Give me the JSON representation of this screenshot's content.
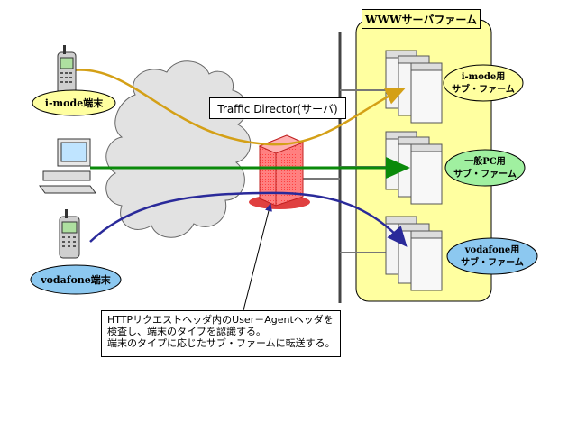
{
  "farm": {
    "title": "WWWサーバファーム"
  },
  "traffic_director": {
    "label": "Traffic Director(サーバ)"
  },
  "clients": {
    "imode": "i-mode端末",
    "vodafone": "vodafone端末"
  },
  "subfarms": {
    "imode": [
      "i-mode用",
      "サブ・ファーム"
    ],
    "pc": [
      "一般PC用",
      "サブ・ファーム"
    ],
    "vodafone": [
      "vodafone用",
      "サブ・ファーム"
    ]
  },
  "note": {
    "lines": [
      "HTTPリクエストヘッダ内のUser－Agentヘッダを",
      "検査し、端末のタイプを認識する。",
      "端末のタイプに応じたサブ・ファームに転送する。"
    ]
  },
  "colors": {
    "farm_bg": "#ffffa0",
    "imode_arrow": "#d4a017",
    "pc_arrow": "#0a8a0a",
    "vodafone_arrow": "#2a2a9a",
    "imode_ellipse": "#ffffa0",
    "pc_ellipse": "#a0f0a0",
    "vodafone_ellipse": "#8cc8f0",
    "td_server": "#ff7f7f",
    "cloud": "#e0e0e0"
  }
}
